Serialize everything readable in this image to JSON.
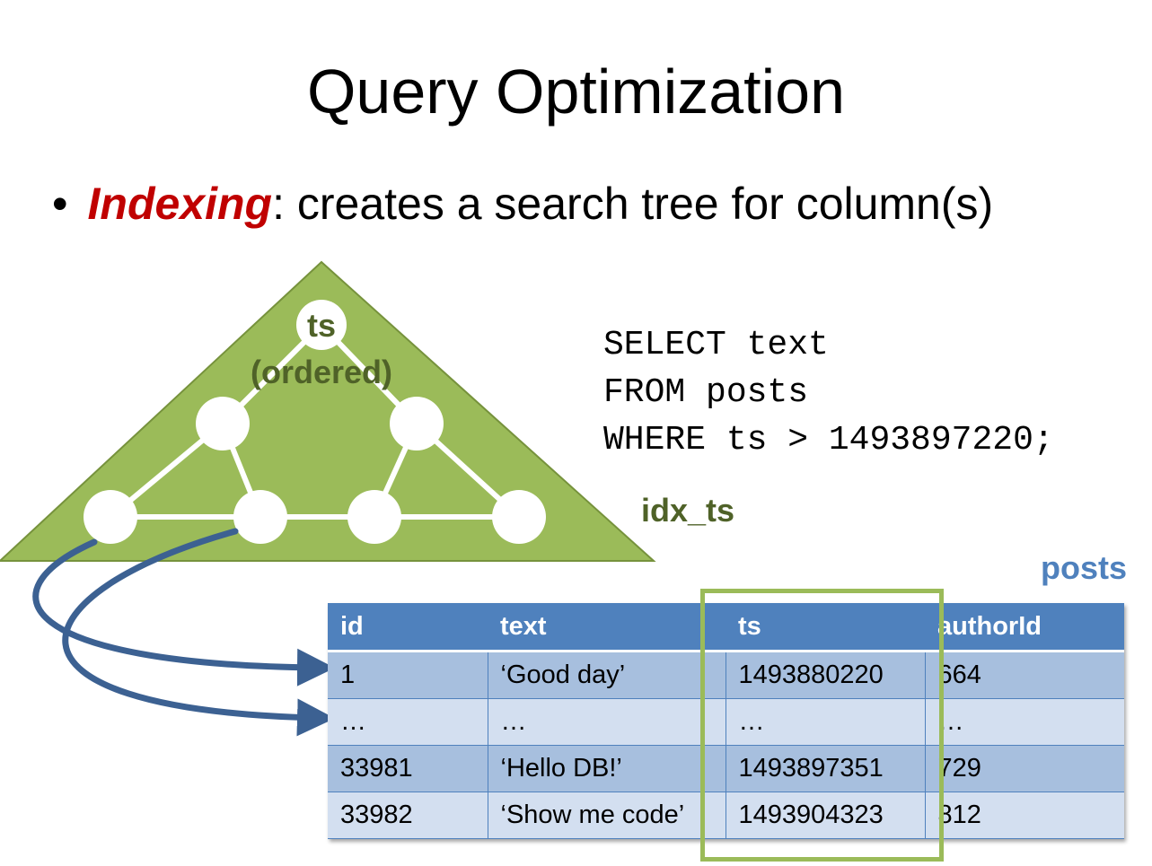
{
  "slide": {
    "title": "Query Optimization",
    "bullet": {
      "marker": "•",
      "keyword": "Indexing",
      "rest": ": creates a search tree for column(s)"
    }
  },
  "tree": {
    "root_label": "ts",
    "sub_label": "(ordered)",
    "index_name": "idx_ts",
    "fill_color": "#9bbb59"
  },
  "sql": {
    "lines": [
      "SELECT text",
      "FROM posts",
      "WHERE ts > 1493897220;"
    ]
  },
  "table": {
    "name": "posts",
    "columns": [
      "id",
      "text",
      "ts",
      "authorId"
    ],
    "rows": [
      [
        "1",
        "‘Good day’",
        "1493880220",
        "664"
      ],
      [
        "…",
        "…",
        "…",
        "…"
      ],
      [
        "33981",
        "‘Hello DB!’",
        "1493897351",
        "729"
      ],
      [
        "33982",
        "‘Show me code’",
        "1493904323",
        "812"
      ]
    ],
    "header_color": "#4f81bd",
    "highlight_color": "#9bbb59"
  },
  "arrow_color": "#3c6192"
}
